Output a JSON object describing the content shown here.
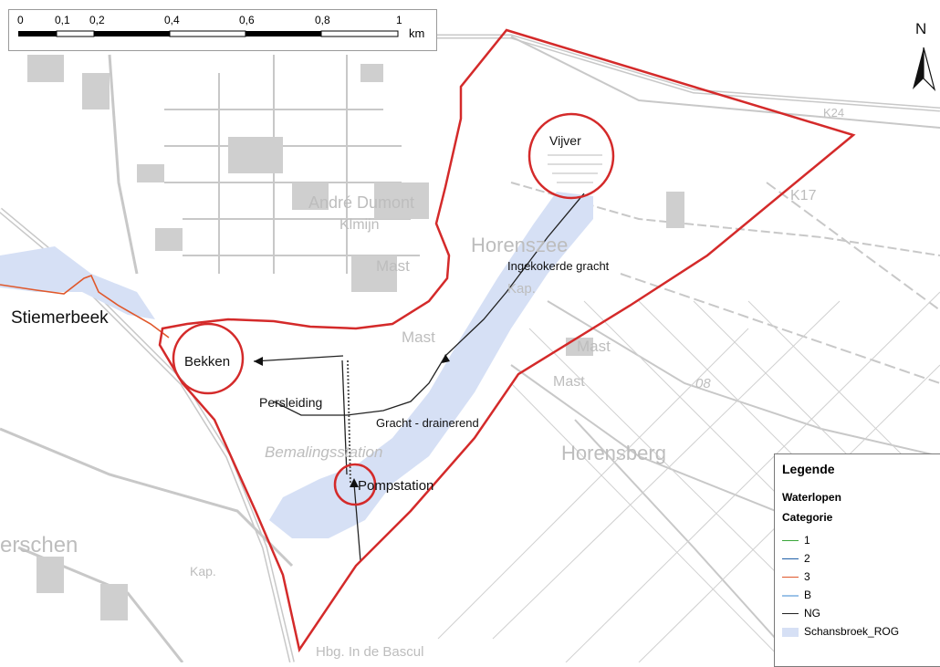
{
  "scale_bar": {
    "ticks": [
      "0",
      "0,1",
      "0,2",
      "0,4",
      "0,6",
      "0,8",
      "1"
    ],
    "unit": "km"
  },
  "north_arrow": {
    "label": "N",
    "icon": "north-arrow-icon"
  },
  "labels": {
    "vijver": "Vijver",
    "bekken": "Bekken",
    "pompstation": "Pompstation",
    "stiemerbeek": "Stiemerbeek",
    "ingekokerde_gracht": "Ingekokerde gracht",
    "persleiding": "Persleiding",
    "gracht_drainerend": "Gracht - drainerend"
  },
  "basemap_labels": {
    "andre_dumont": "André Dumont",
    "klmijn": "Klmijn",
    "mast_1": "Mast",
    "horenszee": "Horenszee",
    "kap_1": "Kap.",
    "mast_2": "Mast",
    "mast_3": "Mast",
    "mast_4": "Mast",
    "num_08": "08",
    "bemalingsstation": "Bemalingsstation",
    "horensberg": "Horensberg",
    "erschen": "erschen",
    "kap_2": "Kap.",
    "k24": "K24",
    "k17": "K17",
    "hbg": "Hbg. In de Bascul"
  },
  "legend": {
    "title": "Legende",
    "group": "Waterlopen",
    "subgroup": "Categorie",
    "items": [
      {
        "label": "1",
        "color": "#3aa63a",
        "kind": "line"
      },
      {
        "label": "2",
        "color": "#1f5fa8",
        "kind": "line"
      },
      {
        "label": "3",
        "color": "#e0582b",
        "kind": "line"
      },
      {
        "label": "B",
        "color": "#9cc3e8",
        "kind": "line"
      },
      {
        "label": "NG",
        "color": "#222222",
        "kind": "line"
      },
      {
        "label": "Schansbroek_ROG",
        "color": "#d6e0f5",
        "kind": "area"
      }
    ]
  },
  "colors": {
    "boundary": "#d42a2a",
    "area_fill": "#d6e0f5",
    "basemap": "#c8c8c8"
  }
}
